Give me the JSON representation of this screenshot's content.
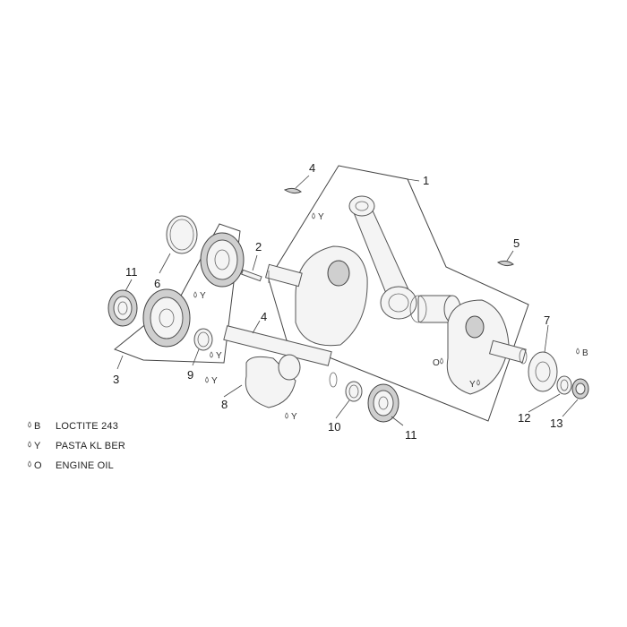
{
  "callouts": {
    "c1": "1",
    "c2": "2",
    "c3": "3",
    "c4a": "4",
    "c4b": "4",
    "c5": "5",
    "c6": "6",
    "c7": "7",
    "c8": "8",
    "c9": "9",
    "c10": "10",
    "c11a": "11",
    "c11b": "11",
    "c12": "12",
    "c13": "13"
  },
  "tags": {
    "y1": "Y",
    "y2": "Y",
    "y3": "Y",
    "y4": "Y",
    "y5": "Y",
    "y6": "Y",
    "o1": "O",
    "b1": "B"
  },
  "legend": {
    "items": [
      {
        "code": "B",
        "label": "LOCTITE 243"
      },
      {
        "code": "Y",
        "label": "PASTA KL BER"
      },
      {
        "code": "O",
        "label": "ENGINE OIL"
      }
    ]
  }
}
